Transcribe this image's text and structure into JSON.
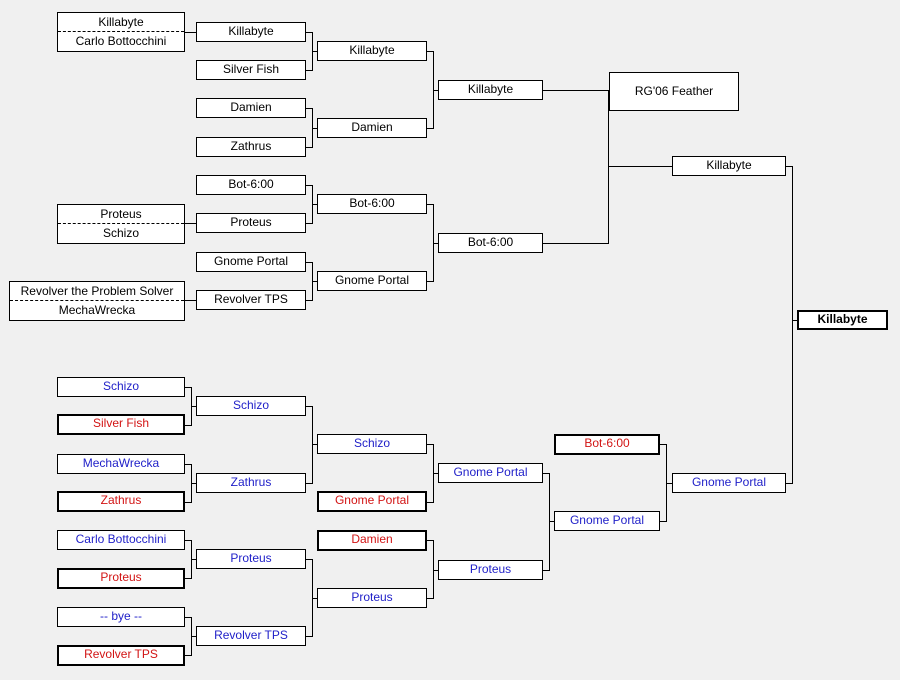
{
  "title": "RG'06 Feather",
  "winners_bracket": {
    "pairs": [
      {
        "a": "Killabyte",
        "b": "Carlo Bottocchini"
      },
      {
        "a": "Proteus",
        "b": "Schizo"
      },
      {
        "a": "Revolver the Problem Solver",
        "b": "MechaWrecka"
      }
    ],
    "round1": [
      "Killabyte",
      "Silver Fish",
      "Damien",
      "Zathrus",
      "Bot-6:00",
      "Proteus",
      "Gnome Portal",
      "Revolver TPS"
    ],
    "round2": [
      "Killabyte",
      "Damien",
      "Bot-6:00",
      "Gnome Portal"
    ],
    "semis": [
      "Killabyte",
      "Bot-6:00"
    ],
    "final": "Killabyte"
  },
  "losers_bracket": {
    "round1": [
      "Schizo",
      "Silver Fish",
      "MechaWrecka",
      "Zathrus",
      "Carlo Bottocchini",
      "Proteus",
      "-- bye --",
      "Revolver TPS"
    ],
    "round2": [
      "Schizo",
      "Zathrus",
      "Proteus",
      "Revolver TPS"
    ],
    "round3": [
      "Schizo",
      "Gnome Portal",
      "Damien",
      "Proteus"
    ],
    "round4": [
      "Gnome Portal",
      "Proteus"
    ],
    "round5": [
      "Bot-6:00",
      "Gnome Portal"
    ],
    "final": "Gnome Portal"
  },
  "champion": "Killabyte",
  "colors": {
    "advanced": "#1e1ec8",
    "eliminated": "#d21414",
    "line": "#000000"
  }
}
